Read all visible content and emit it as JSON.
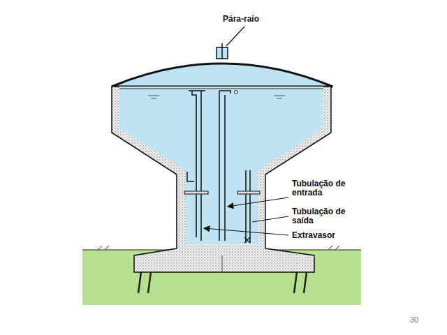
{
  "diagram": {
    "labels": [
      "Pára-raio",
      "Tubulação de entrada",
      "Tubulação de saída",
      "Extravasor",
      "30"
    ]
  }
}
